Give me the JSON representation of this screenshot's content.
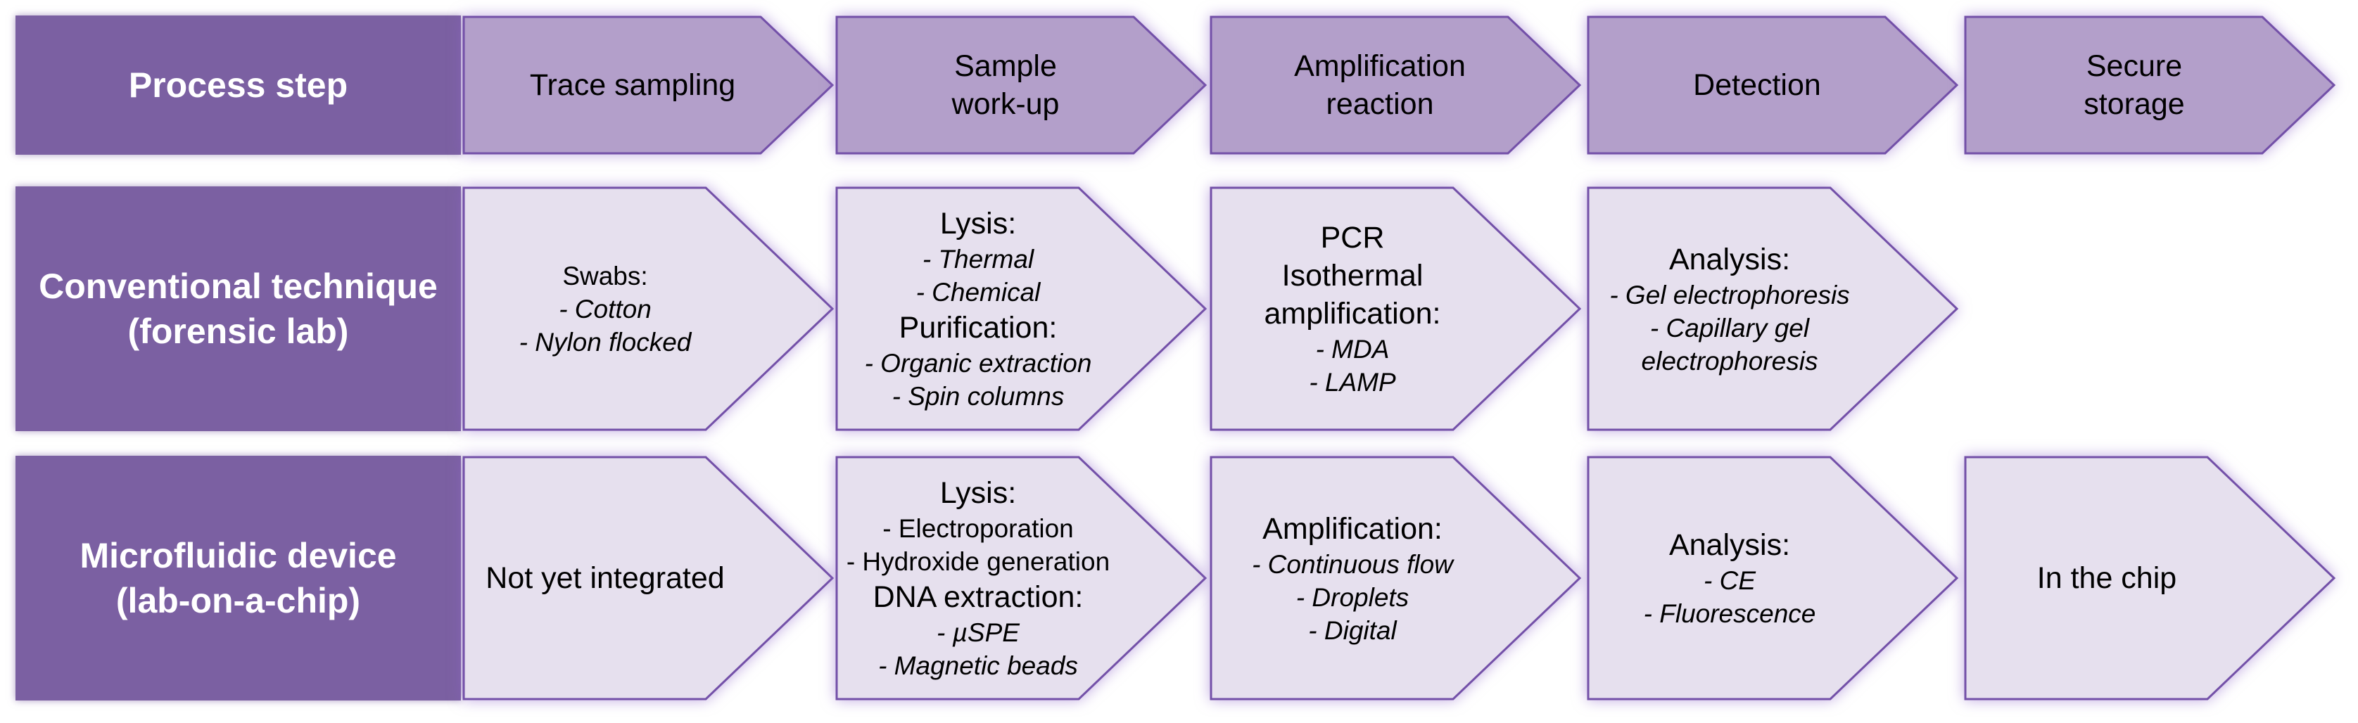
{
  "rows": [
    {
      "label": [
        "Process step"
      ],
      "steps": [
        {
          "lines": [
            {
              "t": "Trace sampling",
              "s": "hd"
            }
          ]
        },
        {
          "lines": [
            {
              "t": "Sample",
              "s": "hd"
            },
            {
              "t": "work-up",
              "s": "hd"
            }
          ]
        },
        {
          "lines": [
            {
              "t": "Amplification",
              "s": "hd"
            },
            {
              "t": "reaction",
              "s": "hd"
            }
          ]
        },
        {
          "lines": [
            {
              "t": "Detection",
              "s": "hd"
            }
          ]
        },
        {
          "lines": [
            {
              "t": "Secure",
              "s": "hd"
            },
            {
              "t": "storage",
              "s": "hd"
            }
          ]
        }
      ]
    },
    {
      "label": [
        "Conventional technique",
        "(forensic lab)"
      ],
      "steps": [
        {
          "lines": [
            {
              "t": "Swabs:",
              "s": "nm"
            },
            {
              "t": "- Cotton",
              "s": "it"
            },
            {
              "t": "- Nylon flocked",
              "s": "it"
            }
          ]
        },
        {
          "lines": [
            {
              "t": "Lysis:",
              "s": "hd"
            },
            {
              "t": "- Thermal",
              "s": "it"
            },
            {
              "t": "- Chemical",
              "s": "it"
            },
            {
              "t": "Purification:",
              "s": "hd"
            },
            {
              "t": "- Organic extraction",
              "s": "it"
            },
            {
              "t": "- Spin columns",
              "s": "it"
            }
          ]
        },
        {
          "lines": [
            {
              "t": "PCR",
              "s": "hd"
            },
            {
              "t": "Isothermal",
              "s": "hd"
            },
            {
              "t": "amplification:",
              "s": "hd"
            },
            {
              "t": "- MDA",
              "s": "it"
            },
            {
              "t": "- LAMP",
              "s": "it"
            }
          ]
        },
        {
          "lines": [
            {
              "t": "Analysis:",
              "s": "hd"
            },
            {
              "t": "- Gel electrophoresis",
              "s": "it"
            },
            {
              "t": "- Capillary gel",
              "s": "it"
            },
            {
              "t": "electrophoresis",
              "s": "it"
            }
          ]
        },
        null
      ]
    },
    {
      "label": [
        "Microfluidic device",
        "(lab-on-a-chip)"
      ],
      "steps": [
        {
          "lines": [
            {
              "t": "Not yet integrated",
              "s": "hd"
            }
          ]
        },
        {
          "lines": [
            {
              "t": "Lysis:",
              "s": "hd"
            },
            {
              "t": "- Electroporation",
              "s": "nm"
            },
            {
              "t": "- Hydroxide generation",
              "s": "nm"
            },
            {
              "t": "DNA extraction:",
              "s": "hd"
            },
            {
              "t": "- µSPE",
              "s": "it"
            },
            {
              "t": "- Magnetic beads",
              "s": "it"
            }
          ]
        },
        {
          "lines": [
            {
              "t": "Amplification:",
              "s": "hd"
            },
            {
              "t": "- Continuous flow",
              "s": "it"
            },
            {
              "t": "- Droplets",
              "s": "it"
            },
            {
              "t": "- Digital",
              "s": "it"
            }
          ]
        },
        {
          "lines": [
            {
              "t": "Analysis:",
              "s": "hd"
            },
            {
              "t": "- CE",
              "s": "it"
            },
            {
              "t": "- Fluorescence",
              "s": "it"
            }
          ]
        },
        {
          "lines": [
            {
              "t": "In the chip",
              "s": "hd"
            }
          ]
        }
      ]
    }
  ],
  "colors": {
    "label_bg": "#7b60a2",
    "header_fill": "#b39fca",
    "body_fill": "#e6e0ee",
    "stroke": "#7350a8",
    "text": "#000000"
  }
}
